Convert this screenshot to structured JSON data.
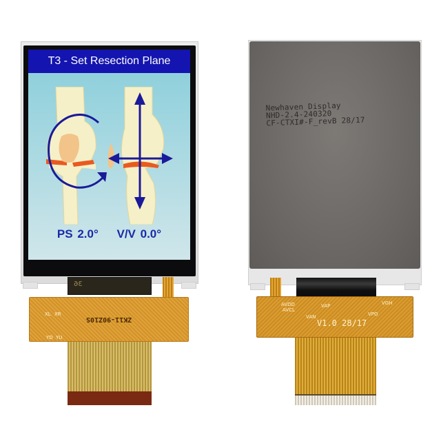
{
  "front": {
    "screen": {
      "title": "T3 - Set Resection Plane",
      "readouts": [
        {
          "label": "PS 2.0°"
        },
        {
          "label": "V/V 0.0°"
        }
      ],
      "colors": {
        "header_bg": "#1414b0",
        "header_text": "#ffffff",
        "body_bg": "#a9d6de",
        "readout_text": "#1a2aa8",
        "arrow": "#1a1a9a",
        "bone": "#f6f0c8",
        "patella": "#f2c48a",
        "cartilage": "#e85a20"
      },
      "illustration": {
        "left_view": "knee-front-view-with-rotation-arrow",
        "right_view": "knee-side-view-with-crosshair-arrows"
      }
    },
    "flex": {
      "marking": "ZK11-90Z10S",
      "strip_marking": "36",
      "pad_labels": [
        "XL",
        "XR",
        "YD",
        "YU"
      ]
    }
  },
  "back": {
    "print_lines": [
      "Newhaven Display",
      "NHD-2.4-240320",
      "CF-CTXI#-F_revB 28/17"
    ],
    "flex": {
      "labels": [
        "AVDD",
        "AVCL",
        "VAP",
        "VAN",
        "VGH",
        "VPO"
      ],
      "version": "V1.0 28/17"
    }
  }
}
